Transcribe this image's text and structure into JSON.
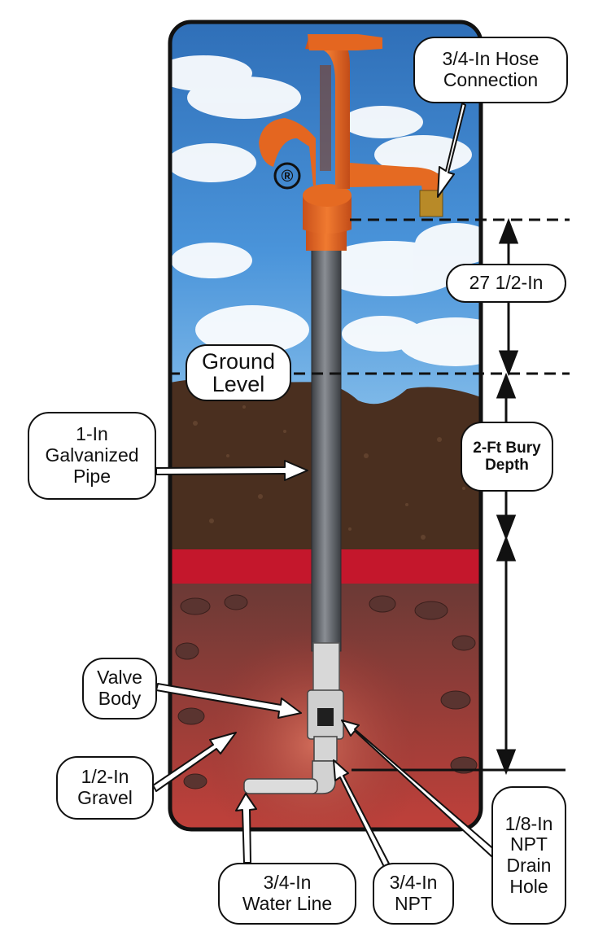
{
  "colors": {
    "sky": "#3f88d2",
    "soil": "#4a3020",
    "red_band": "#c4172c",
    "gravel": "#b84a3c",
    "hydrant_orange": "#e5661f",
    "pipe_gray": "#5d6166",
    "frame": "#111111"
  },
  "icons": [
    "registered-mark-icon",
    "arrow-icon",
    "dimension-arrow-icon"
  ],
  "labels": {
    "hose_connection": "3/4-In Hose\nConnection",
    "height_above_ground": "27 1/2-In",
    "ground_level": "Ground\nLevel",
    "bury_depth": "2-Ft Bury\nDepth",
    "galvanized_pipe": "1-In\nGalvanized\nPipe",
    "valve_body": "Valve\nBody",
    "gravel": "1/2-In\nGravel",
    "water_line": "3/4-In\nWater Line",
    "npt": "3/4-In\nNPT",
    "drain_hole": "1/8-In\nNPT\nDrain\nHole",
    "registered_mark": "®"
  }
}
